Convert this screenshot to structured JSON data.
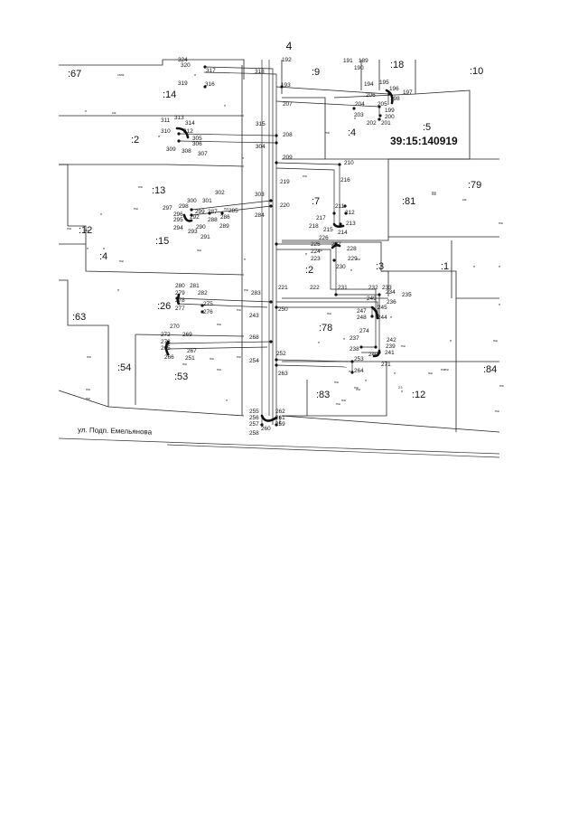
{
  "page": {
    "number": "4"
  },
  "map": {
    "cadastral_number": "39:15:140919",
    "street_label": "ул. Подп. Емельянова",
    "parcels": [
      ":67",
      ":9",
      ":18",
      ":10",
      ":14",
      ":2",
      ":4",
      ":5",
      ":13",
      ":7",
      ":81",
      ":79",
      ":12",
      ":15",
      ":2",
      ":3",
      ":1",
      ":4",
      ":63",
      ":26",
      ":78",
      ":54",
      ":53",
      ":83",
      ":12",
      ":84"
    ],
    "point_numbers": [
      "324",
      "320",
      "317",
      "319",
      "316",
      "318",
      "192",
      "191",
      "189",
      "190",
      "193",
      "194",
      "195",
      "196",
      "197",
      "198",
      "206",
      "207",
      "204",
      "205",
      "199",
      "203",
      "200",
      "202",
      "201",
      "311",
      "313",
      "314",
      "310",
      "312",
      "315",
      "305",
      "306",
      "309",
      "308",
      "307",
      "304",
      "208",
      "209",
      "210",
      "219",
      "216",
      "211",
      "212",
      "217",
      "213",
      "218",
      "215",
      "214",
      "300",
      "301",
      "302",
      "303",
      "297",
      "298",
      "299",
      "287",
      "285",
      "296",
      "292",
      "286",
      "295",
      "288",
      "290",
      "294",
      "289",
      "293",
      "291",
      "284",
      "220",
      "226",
      "225",
      "227",
      "228",
      "224",
      "229",
      "223",
      "230",
      "280",
      "281",
      "279",
      "282",
      "278",
      "275",
      "277",
      "276",
      "283",
      "221",
      "222",
      "231",
      "232",
      "233",
      "234",
      "235",
      "249",
      "236",
      "250",
      "247",
      "245",
      "248",
      "244",
      "274",
      "243",
      "237",
      "242",
      "238",
      "239",
      "241",
      "240",
      "271",
      "270",
      "272",
      "269",
      "273",
      "268",
      "265",
      "267",
      "266",
      "251",
      "252",
      "253",
      "264",
      "254",
      "263",
      "255",
      "262",
      "256",
      "261",
      "257",
      "259",
      "260",
      "258"
    ],
    "marks": [
      "смж",
      "н",
      "н",
      "н",
      "кж",
      "н",
      "н",
      "нж",
      "н",
      "нж",
      "нж",
      "нж",
      "н",
      "нж",
      "нж",
      "н",
      "н",
      "нж",
      "нж",
      "н",
      "нж",
      "н",
      "н",
      "нж",
      "нж",
      "н",
      "нж",
      "нж",
      "нж",
      "н",
      "н",
      "нж",
      "кж",
      "нж",
      "нж",
      "н",
      "н",
      "н",
      "нж",
      "н",
      "нж",
      "нж",
      "нж",
      "нж",
      "нж",
      "нж",
      "н",
      "нж",
      "нж",
      "нж",
      "нж",
      "н",
      "н",
      "нж",
      "нж",
      "нж",
      "нж",
      "нж",
      "нж",
      "нж",
      "нж",
      "23",
      "нж",
      "нж",
      "н",
      "н"
    ]
  }
}
